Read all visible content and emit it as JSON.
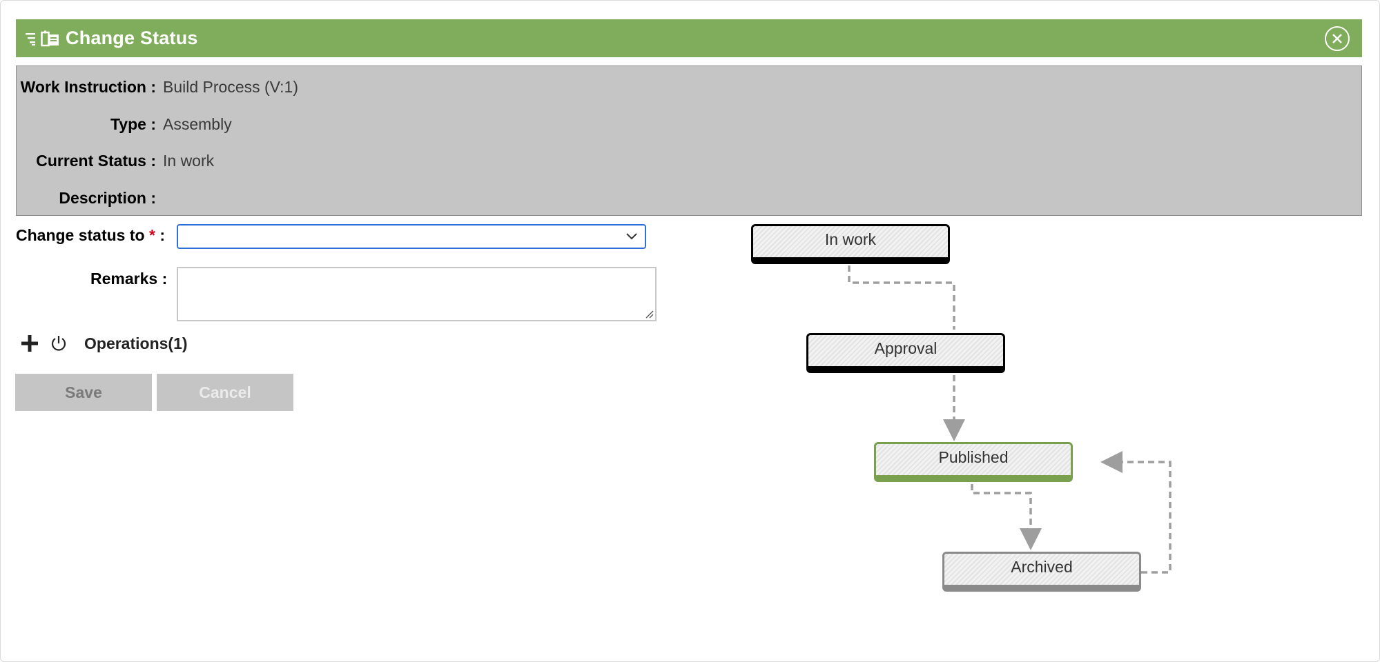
{
  "header": {
    "title": "Change Status",
    "icon_left": "menu-icon",
    "icon_doc": "document-icon",
    "icon_close": "close-circle-icon"
  },
  "info": {
    "work_instruction_label": "Work Instruction :",
    "work_instruction_value": "Build Process (V:1)",
    "type_label": "Type :",
    "type_value": "Assembly",
    "current_status_label": "Current Status :",
    "current_status_value": "In work",
    "description_label": "Description :",
    "description_value": ""
  },
  "form": {
    "change_status_label": "Change status to",
    "required_mark": "*",
    "colon": ":",
    "change_status_value": "",
    "remarks_label": "Remarks :",
    "remarks_value": "",
    "operations_label": "Operations(1)"
  },
  "buttons": {
    "save": "Save",
    "cancel": "Cancel"
  },
  "workflow": {
    "nodes": [
      {
        "label": "In work",
        "state": "current"
      },
      {
        "label": "Approval",
        "state": "available"
      },
      {
        "label": "Published",
        "state": "target"
      },
      {
        "label": "Archived",
        "state": "inactive"
      }
    ]
  },
  "colors": {
    "accent": "#80ad5b",
    "select_border": "#2e6ed8",
    "required": "#d0021b",
    "panel": "#c5c5c5"
  }
}
